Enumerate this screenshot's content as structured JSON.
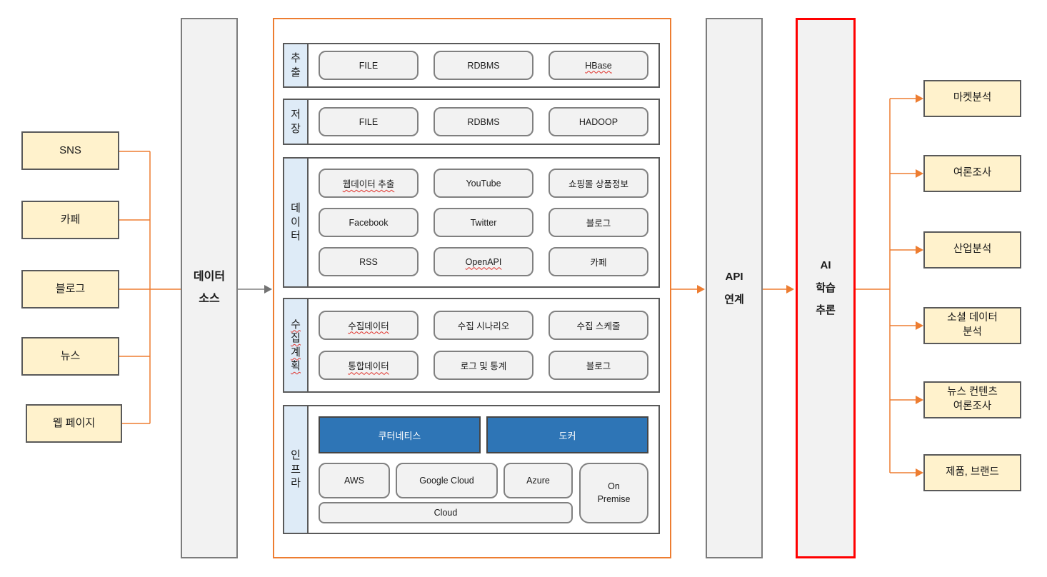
{
  "colors": {
    "accent_orange": "#ED7D31",
    "accent_blue": "#2E75B6",
    "box_yellow": "#FFF2CC",
    "panel_gray": "#F2F2F2",
    "label_blue": "#DEEBF7",
    "alert_red": "#FF0000",
    "squiggle_red": "#E0312A",
    "line_gray": "#808080"
  },
  "sources": [
    "SNS",
    "카페",
    "블로그",
    "뉴스",
    "웹 페이지"
  ],
  "columns": {
    "data_source": "데이터\n소스",
    "api": "API\n연계",
    "ai": "AI\n학습\n추론"
  },
  "platform": {
    "rows": {
      "extract": {
        "label": "추\n출",
        "items": [
          "FILE",
          "RDBMS",
          "HBase"
        ]
      },
      "store": {
        "label": "저\n장",
        "items": [
          "FILE",
          "RDBMS",
          "HADOOP"
        ]
      },
      "data": {
        "label": "데\n이\n터",
        "items": [
          "웹데이터 추출",
          "YouTube",
          "쇼핑몰 상품정보",
          "Facebook",
          "Twitter",
          "블로그",
          "RSS",
          "OpenAPI",
          "카페"
        ]
      },
      "plan": {
        "label": "수\n집\n계\n획",
        "items": [
          "수집데이터",
          "수집 시나리오",
          "수집 스케줄",
          "통합데이터",
          "로그 및 통계",
          "블로그"
        ]
      },
      "infra": {
        "label": "인\n프\n라",
        "containers": [
          "쿠터네티스",
          "도커"
        ],
        "clouds": [
          "AWS",
          "Google Cloud",
          "Azure"
        ],
        "cloud_bar": "Cloud",
        "on_premise": "On\nPremise"
      }
    }
  },
  "outputs": [
    "마켓분석",
    "여론조사",
    "산업분석",
    "소셜 데이터\n분석",
    "뉴스 컨텐츠\n여론조사",
    "제품, 브랜드"
  ]
}
